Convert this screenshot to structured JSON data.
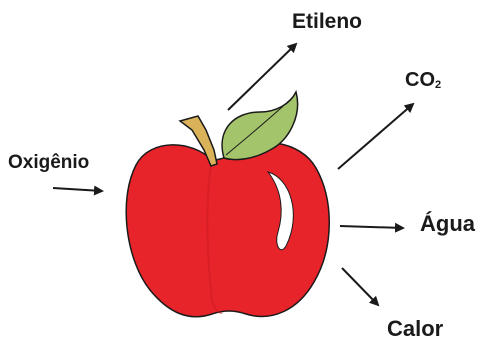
{
  "labels": {
    "etileno": "Etileno",
    "co2_main": "CO",
    "co2_sub": "2",
    "oxigenio": "Oxigênio",
    "agua": "Água",
    "calor": "Calor"
  },
  "colors": {
    "apple_red": "#e8242b",
    "apple_shadow": "#c9181f",
    "stem": "#d9b25a",
    "leaf": "#a3c46a",
    "outline": "#1a1a1a"
  },
  "icons": {
    "apple": "apple-icon",
    "stem": "stem-icon",
    "leaf": "leaf-icon",
    "highlight": "highlight-icon"
  }
}
